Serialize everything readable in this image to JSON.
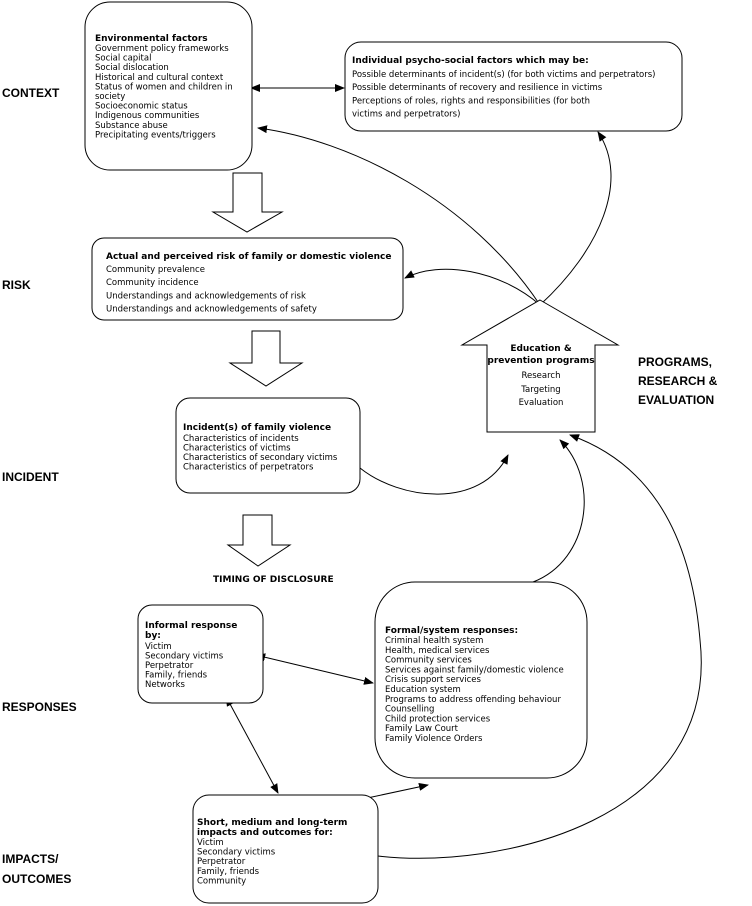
{
  "stage_labels": {
    "context": "CONTEXT",
    "risk": "RISK",
    "incident": "INCIDENT",
    "responses": "RESPONSES",
    "impacts_1": "IMPACTS/",
    "impacts_2": "OUTCOMES"
  },
  "programs_label": [
    "PROGRAMS,",
    "RESEARCH &",
    "EVALUATION"
  ],
  "environmental": {
    "title": "Environmental factors",
    "items": [
      "Government policy frameworks",
      "Social capital",
      "Social dislocation",
      "Historical and cultural context",
      "Status of women and children in",
      "society",
      "Socioeconomic status",
      "Indigenous communities",
      "Substance abuse",
      "Precipitating events/triggers"
    ]
  },
  "individual": {
    "title": "Individual psycho-social factors which may be:",
    "items": [
      "Possible determinants of incident(s) (for both victims and perpetrators)",
      "Possible determinants of recovery and resilience in victims",
      "Perceptions of roles, rights and responsibilities (for both",
      "victims and perpetrators)"
    ]
  },
  "risk": {
    "title": "Actual and perceived risk of family or domestic violence",
    "items": [
      "Community prevalence",
      "Community incidence",
      "Understandings and acknowledgements of risk",
      "Understandings and acknowledgements of safety"
    ]
  },
  "programs": {
    "title_1": "Education &",
    "title_2": "prevention programs",
    "items": [
      "Research",
      "Targeting",
      "Evaluation"
    ]
  },
  "incident": {
    "title": "Incident(s) of family violence",
    "items": [
      "Characteristics of incidents",
      "Characteristics of victims",
      "Characteristics of secondary victims",
      "Characteristics of perpetrators"
    ]
  },
  "timing": "TIMING OF DISCLOSURE",
  "informal": {
    "title_1": "Informal response",
    "title_2": "by:",
    "items": [
      "Victim",
      "Secondary victims",
      "Perpetrator",
      "Family, friends",
      "Networks"
    ]
  },
  "formal": {
    "title": "Formal/system responses:",
    "items": [
      "Criminal health system",
      "Health, medical services",
      "Community services",
      "Services against family/domestic violence",
      "Crisis support services",
      "Education system",
      "Programs to address offending behaviour",
      "Counselling",
      "Child protection services",
      "Family Law Court",
      "Family Violence Orders"
    ]
  },
  "impacts": {
    "title_1": "Short, medium and long-term",
    "title_2": "impacts and outcomes for:",
    "items": [
      "Victim",
      "Secondary victims",
      "Perpetrator",
      "Family, friends",
      "Community"
    ]
  }
}
